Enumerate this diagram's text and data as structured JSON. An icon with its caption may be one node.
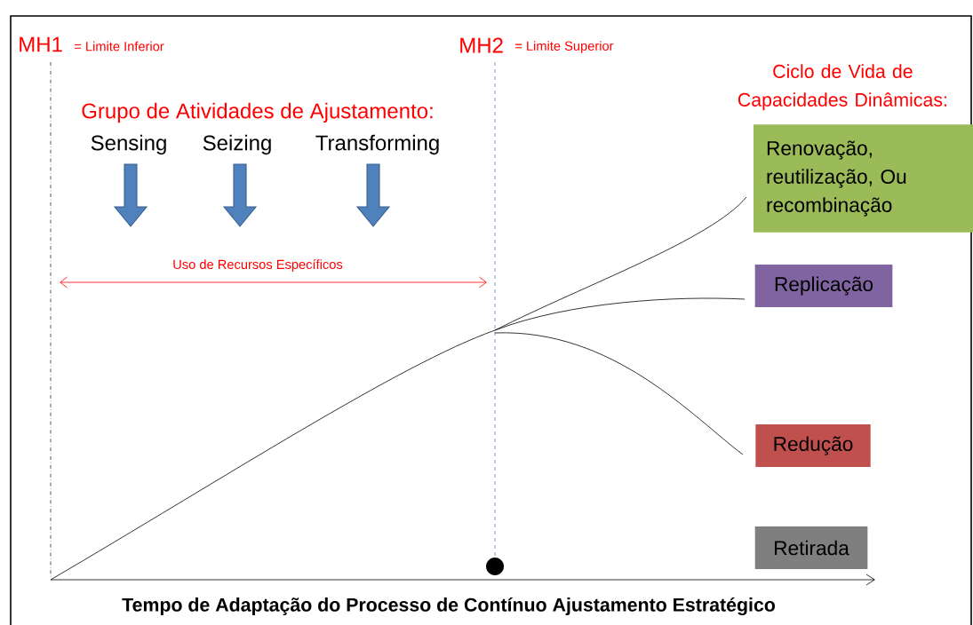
{
  "diagram": {
    "nodes": [
      {
        "text": [
          "Renovação, reutilização, Ou recombinação"
        ]
      },
      {
        "text": [
          "Replicação"
        ]
      },
      {
        "text": [
          "Redução"
        ]
      },
      {
        "text": [
          "Retirada"
        ]
      }
    ],
    "labels": [
      "MH1",
      "= Limite Inferior",
      "MH2",
      "= Limite Superior",
      "Ciclo de Vida de Capacidades Dinâmicas:",
      "Grupo de Atividades de Ajustamento:",
      "Sensing",
      "Seizing",
      "Transforming",
      "Uso de Recursos Específicos",
      "Tempo de Adaptação do Processo de Contínuo Ajustamento Estratégico"
    ]
  }
}
